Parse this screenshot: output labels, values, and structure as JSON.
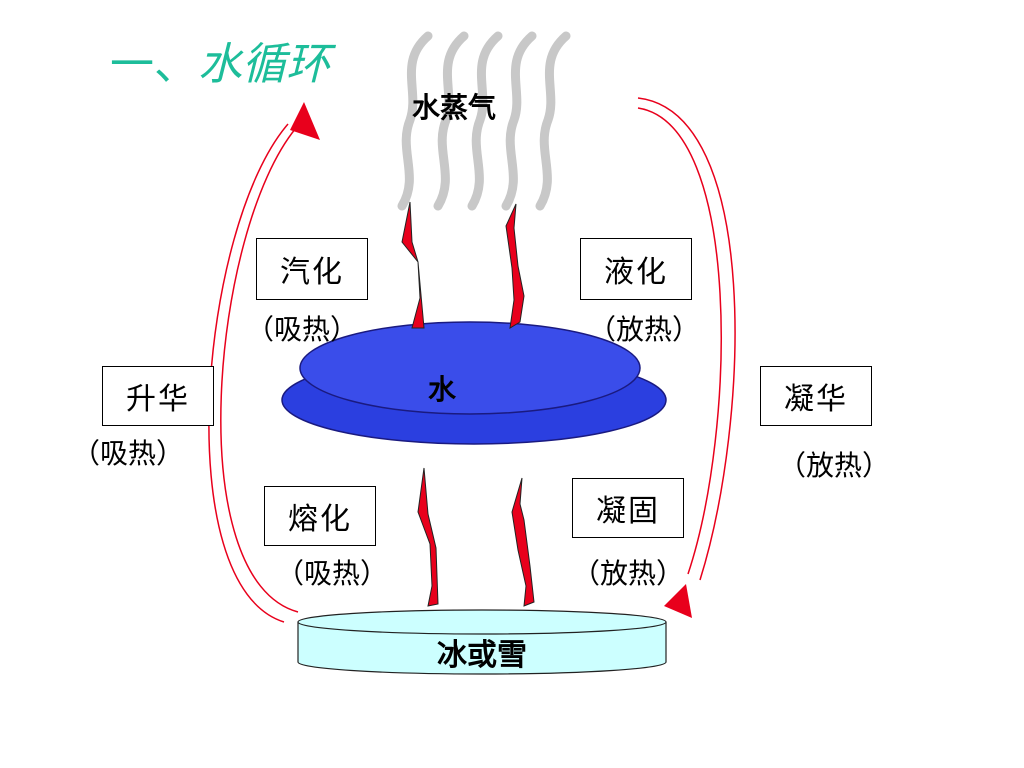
{
  "title": {
    "number": "一、",
    "text": "水循环"
  },
  "states": {
    "vapor": "水蒸气",
    "water": "水",
    "ice": "冰或雪"
  },
  "processes": {
    "vaporization": {
      "label": "汽化",
      "note": "（吸热）"
    },
    "liquefaction": {
      "label": "液化",
      "note": "（放热）"
    },
    "sublimation": {
      "label": "升华",
      "note": "（吸热）"
    },
    "deposition": {
      "label": "凝华",
      "note": "（放热）"
    },
    "melting": {
      "label": "熔化",
      "note": "（吸热）"
    },
    "solidification": {
      "label": "凝固",
      "note": "（放热）"
    }
  },
  "colors": {
    "title": "#1dbd9a",
    "water_fill": "#2b3fe0",
    "ice_fill": "#ccffff",
    "arrow_red": "#e8001c",
    "vapor_gray": "#c8c8c8"
  }
}
